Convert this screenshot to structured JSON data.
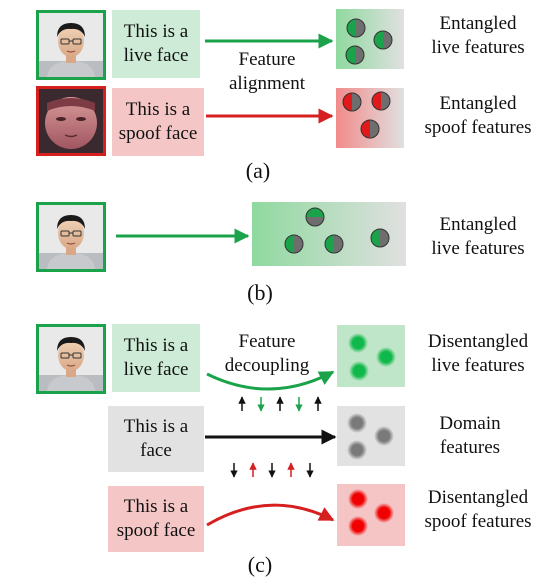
{
  "panel_a": {
    "live_text": "This is a\nlive face",
    "spoof_text": "This is a\nspoof face",
    "alignment_label": "Feature\nalignment",
    "live_features_label": "Entangled\nlive features",
    "spoof_features_label": "Entangled\nspoof features",
    "caption": "(a)"
  },
  "panel_b": {
    "live_features_label": "Entangled\nlive features",
    "caption": "(b)"
  },
  "panel_c": {
    "live_text": "This is a\nlive face",
    "face_text": "This is a\nface",
    "spoof_text": "This is a\nspoof face",
    "decoupling_label": "Feature\ndecoupling",
    "live_features_label": "Disentangled\nlive features",
    "domain_features_label": "Domain\nfeatures",
    "spoof_features_label": "Disentangled\nspoof features",
    "caption": "(c)"
  },
  "colors": {
    "live": "#1aa34a",
    "spoof": "#e01a1a",
    "domain": "#777777",
    "live_box": "#cdebd6",
    "spoof_box": "#f4c6c6",
    "gray_box": "#e2e2e2"
  }
}
